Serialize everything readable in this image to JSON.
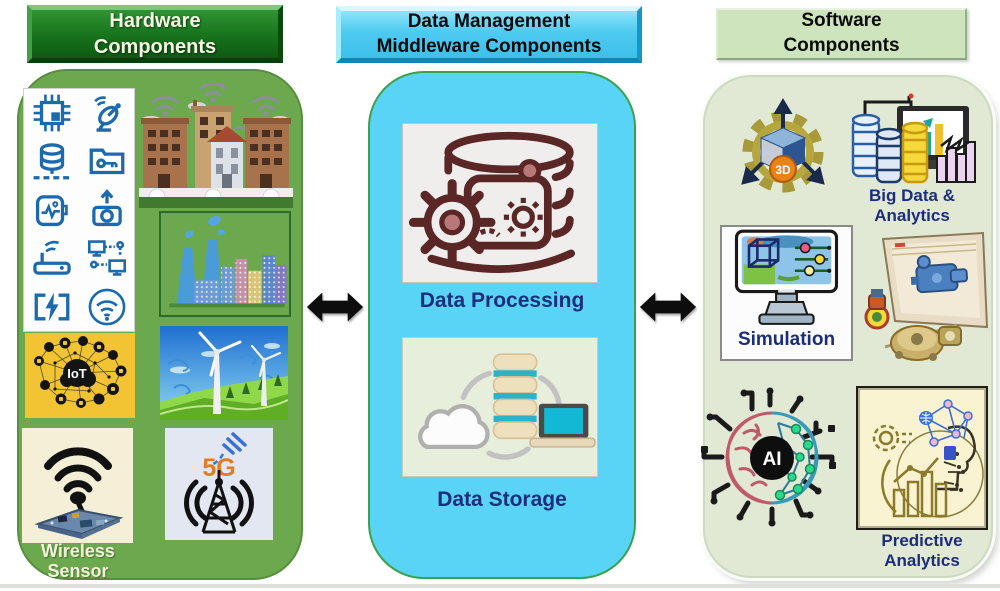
{
  "diagram": {
    "hardware": {
      "header": "Hardware\nComponents",
      "wireless_sensor_label": "Wireless\nSensor",
      "iot_label": "IoT",
      "five_g_label": "5G",
      "device_icons": [
        "microchip",
        "satellite-dish",
        "database",
        "folder-key",
        "smartwatch-health",
        "camera-upload",
        "wifi-router",
        "network-computers",
        "battery-charging",
        "wifi-signal"
      ],
      "images": [
        "smart-buildings",
        "smart-city-factory",
        "iot-network",
        "wind-turbines",
        "wireless-sensor-board",
        "5g-tower"
      ]
    },
    "middleware": {
      "header": "Data Management\nMiddleware Components",
      "data_processing_label": "Data Processing",
      "data_storage_label": "Data Storage"
    },
    "software": {
      "header": "Software\nComponents",
      "big_data_label": "Big Data &\nAnalytics",
      "simulation_label": "Simulation",
      "predictive_label": "Predictive\nAnalytics",
      "ai_label": "AI",
      "three_d_label": "3D"
    },
    "colors": {
      "hardware_header_green": "#17721c",
      "hardware_body_green": "#6ca84e",
      "middleware_header_cyan": "#4ecaf0",
      "middleware_body_cyan": "#5ad4f6",
      "software_header_green": "#cde4bd",
      "software_body_sage": "#e1e9d4",
      "label_navy": "#1b2d7d",
      "device_icon_blue": "#1a6aad",
      "processing_maroon": "#5a2626",
      "iot_yellow": "#f2c434",
      "five_g_orange": "#e87a1e",
      "arrow_black": "#0d0d0d"
    }
  }
}
